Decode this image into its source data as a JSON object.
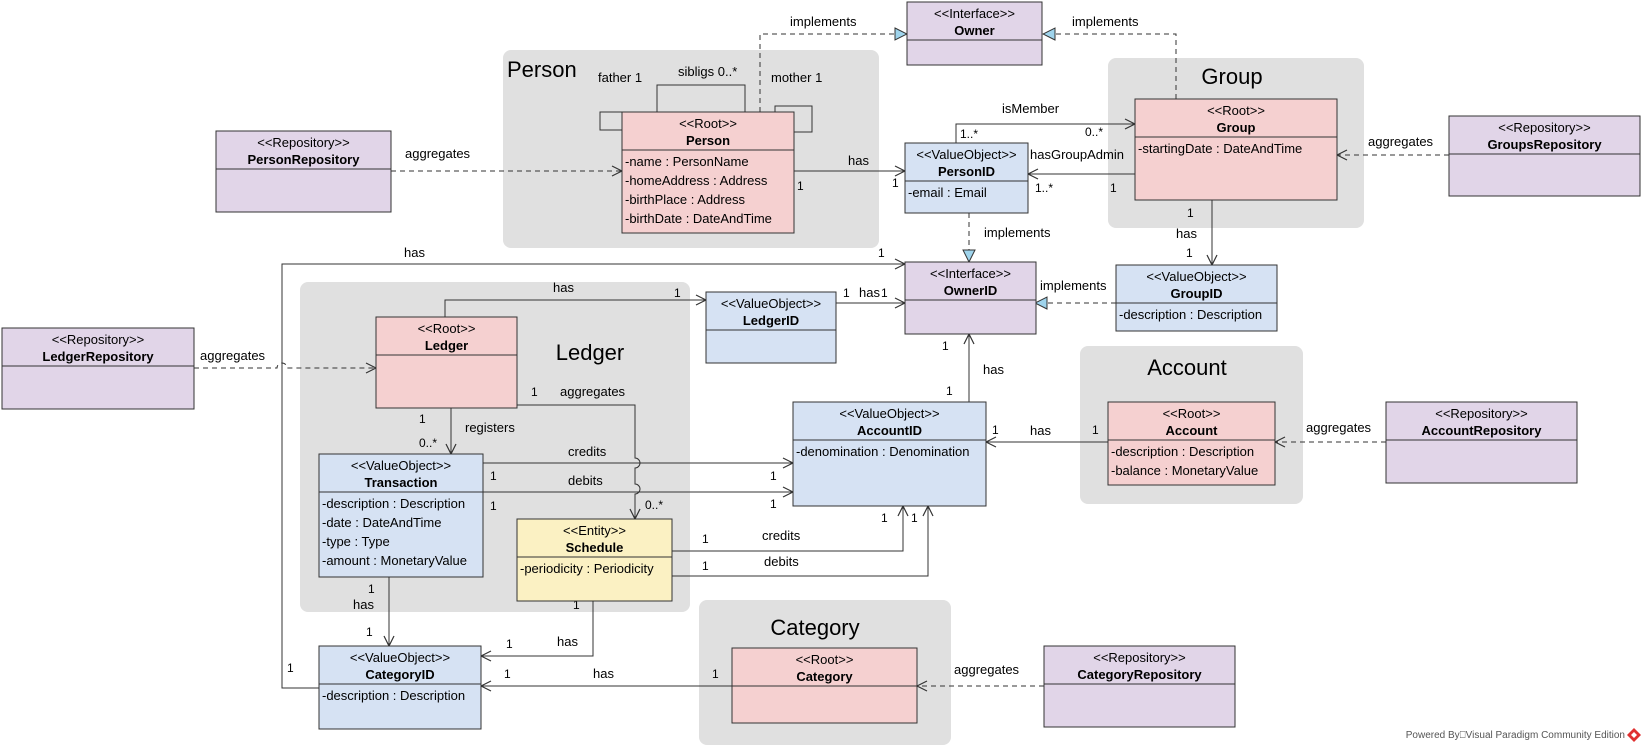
{
  "colors": {
    "root": "#f5d0d0",
    "value_object": "#d6e2f3",
    "interface": "#e1d5e8",
    "repository": "#e1d5e8",
    "entity": "#fbf1c3",
    "package": "#e0e0e0",
    "realization_arrow": "#9fd4ec"
  },
  "packages": {
    "person": "Person",
    "group": "Group",
    "ledger": "Ledger",
    "account": "Account",
    "category": "Category"
  },
  "classes": {
    "owner": {
      "stereotype": "<<Interface>>",
      "name": "Owner",
      "attrs": []
    },
    "person": {
      "stereotype": "<<Root>>",
      "name": "Person",
      "attrs": [
        "-name : PersonName",
        "-homeAddress : Address",
        "-birthPlace : Address",
        "-birthDate : DateAndTime"
      ]
    },
    "person_repository": {
      "stereotype": "<<Repository>>",
      "name": "PersonRepository",
      "attrs": []
    },
    "person_id": {
      "stereotype": "<<ValueObject>>",
      "name": "PersonID",
      "attrs": [
        "-email : Email"
      ]
    },
    "group": {
      "stereotype": "<<Root>>",
      "name": "Group",
      "attrs": [
        "-startingDate : DateAndTime"
      ]
    },
    "groups_repository": {
      "stereotype": "<<Repository>>",
      "name": "GroupsRepository",
      "attrs": []
    },
    "owner_id": {
      "stereotype": "<<Interface>>",
      "name": "OwnerID",
      "attrs": []
    },
    "group_id": {
      "stereotype": "<<ValueObject>>",
      "name": "GroupID",
      "attrs": [
        "-description : Description"
      ]
    },
    "ledger_repository": {
      "stereotype": "<<Repository>>",
      "name": "LedgerRepository",
      "attrs": []
    },
    "ledger": {
      "stereotype": "<<Root>>",
      "name": "Ledger",
      "attrs": []
    },
    "ledger_id": {
      "stereotype": "<<ValueObject>>",
      "name": "LedgerID",
      "attrs": []
    },
    "transaction": {
      "stereotype": "<<ValueObject>>",
      "name": "Transaction",
      "attrs": [
        "-description : Description",
        "-date : DateAndTime",
        "-type : Type",
        "-amount : MonetaryValue"
      ]
    },
    "schedule": {
      "stereotype": "<<Entity>>",
      "name": "Schedule",
      "attrs": [
        "-periodicity : Periodicity"
      ]
    },
    "account_id": {
      "stereotype": "<<ValueObject>>",
      "name": "AccountID",
      "attrs": [
        "-denomination : Denomination"
      ]
    },
    "account": {
      "stereotype": "<<Root>>",
      "name": "Account",
      "attrs": [
        "-description : Description",
        "-balance : MonetaryValue"
      ]
    },
    "account_repository": {
      "stereotype": "<<Repository>>",
      "name": "AccountRepository",
      "attrs": []
    },
    "category_id": {
      "stereotype": "<<ValueObject>>",
      "name": "CategoryID",
      "attrs": [
        "-description : Description"
      ]
    },
    "category": {
      "stereotype": "<<Root>>",
      "name": "Category",
      "attrs": []
    },
    "category_repository": {
      "stereotype": "<<Repository>>",
      "name": "CategoryRepository",
      "attrs": []
    }
  },
  "relations": {
    "implements_person_owner": "implements",
    "implements_group_owner": "implements",
    "implements_personid_ownerid": "implements",
    "implements_groupid_ownerid": "implements",
    "father": "father 1",
    "siblings": "sibligs 0..*",
    "mother": "mother 1",
    "aggregates_person": "aggregates",
    "aggregates_groups": "aggregates",
    "aggregates_ledger": "aggregates",
    "aggregates_account": "aggregates",
    "aggregates_category": "aggregates",
    "aggregates_schedule": "aggregates",
    "is_member": "isMember",
    "has_group_admin": "hasGroupAdmin",
    "has": "has",
    "registers": "registers",
    "credits": "credits",
    "debits": "debits"
  },
  "multiplicities": {
    "one": "1",
    "one_many": "1..*",
    "zero_many": "0..*"
  },
  "watermark": "Powered By⎕Visual Paradigm Community Edition"
}
